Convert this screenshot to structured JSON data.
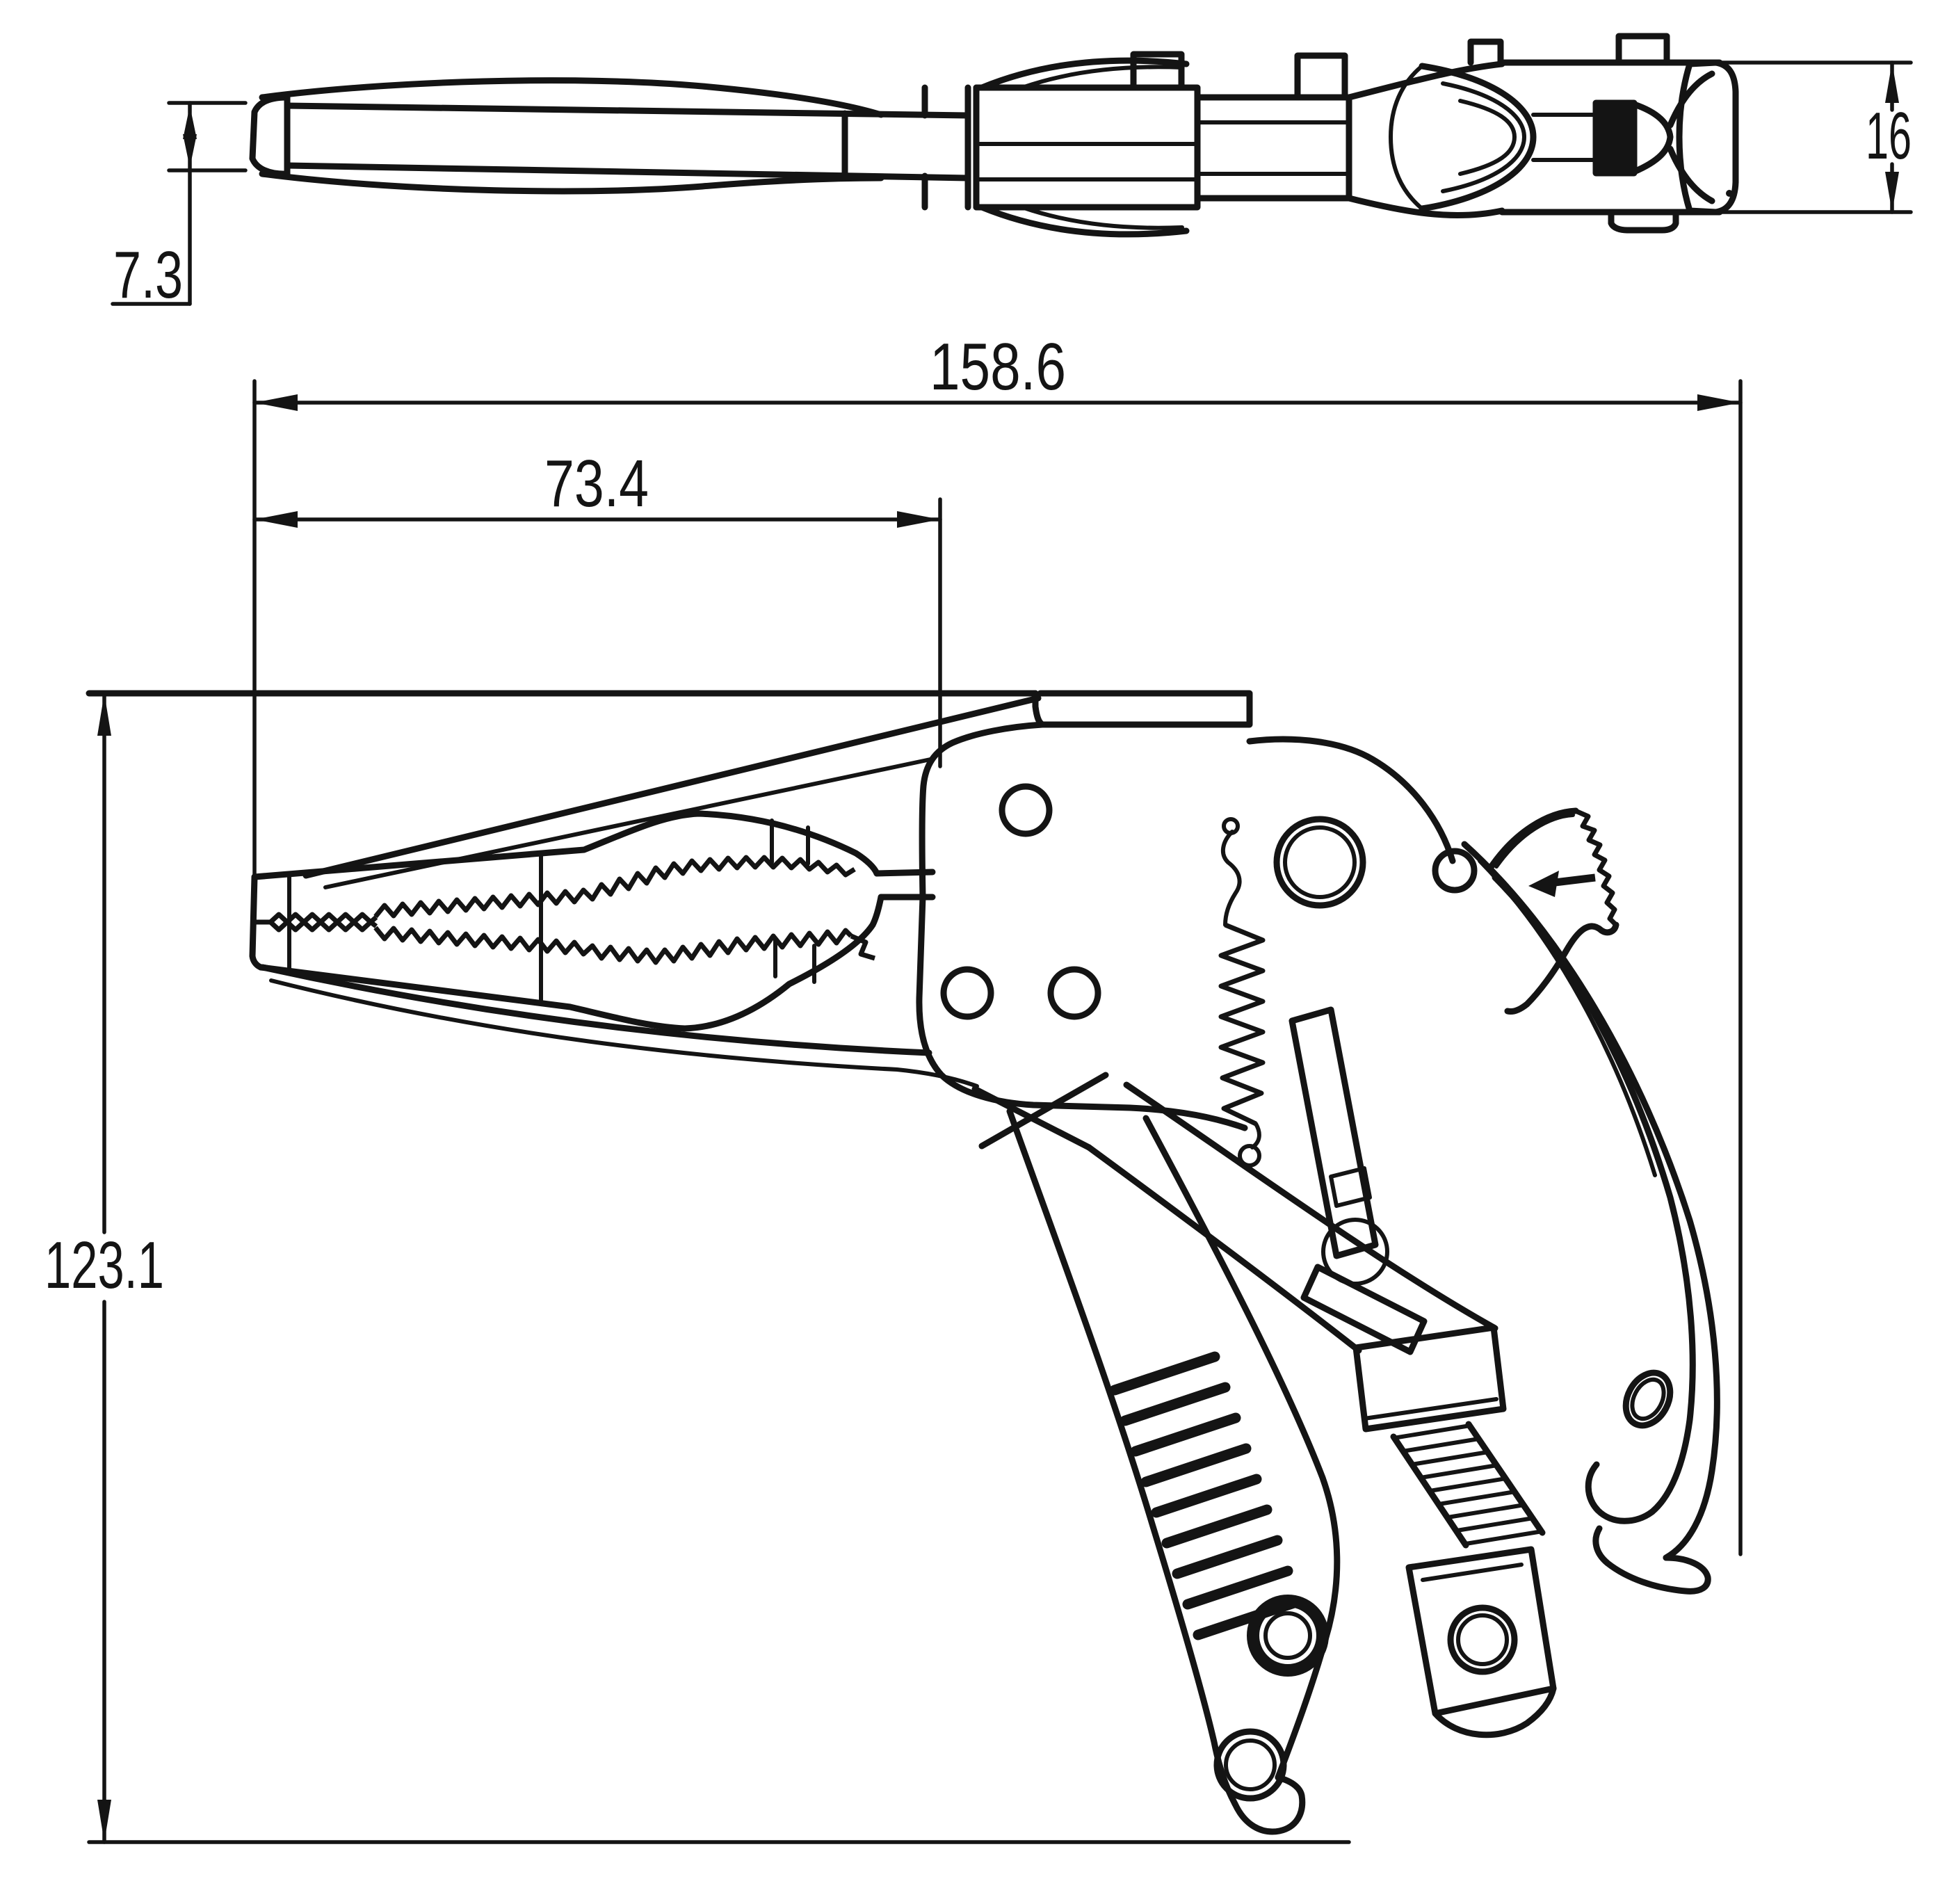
{
  "drawing": {
    "kind": "technical dimensional drawing of pistol-grip locking pliers (top view and side view)",
    "colors": {
      "background": "#ffffff",
      "line": "#141414"
    },
    "dimensions": {
      "jaw_tip_thickness": {
        "value": "7.3"
      },
      "handle_head_width": {
        "value": "16"
      },
      "overall_length": {
        "value": "158.6"
      },
      "jaw_length": {
        "value": "73.4"
      },
      "overall_height": {
        "value": "123.1"
      }
    }
  }
}
